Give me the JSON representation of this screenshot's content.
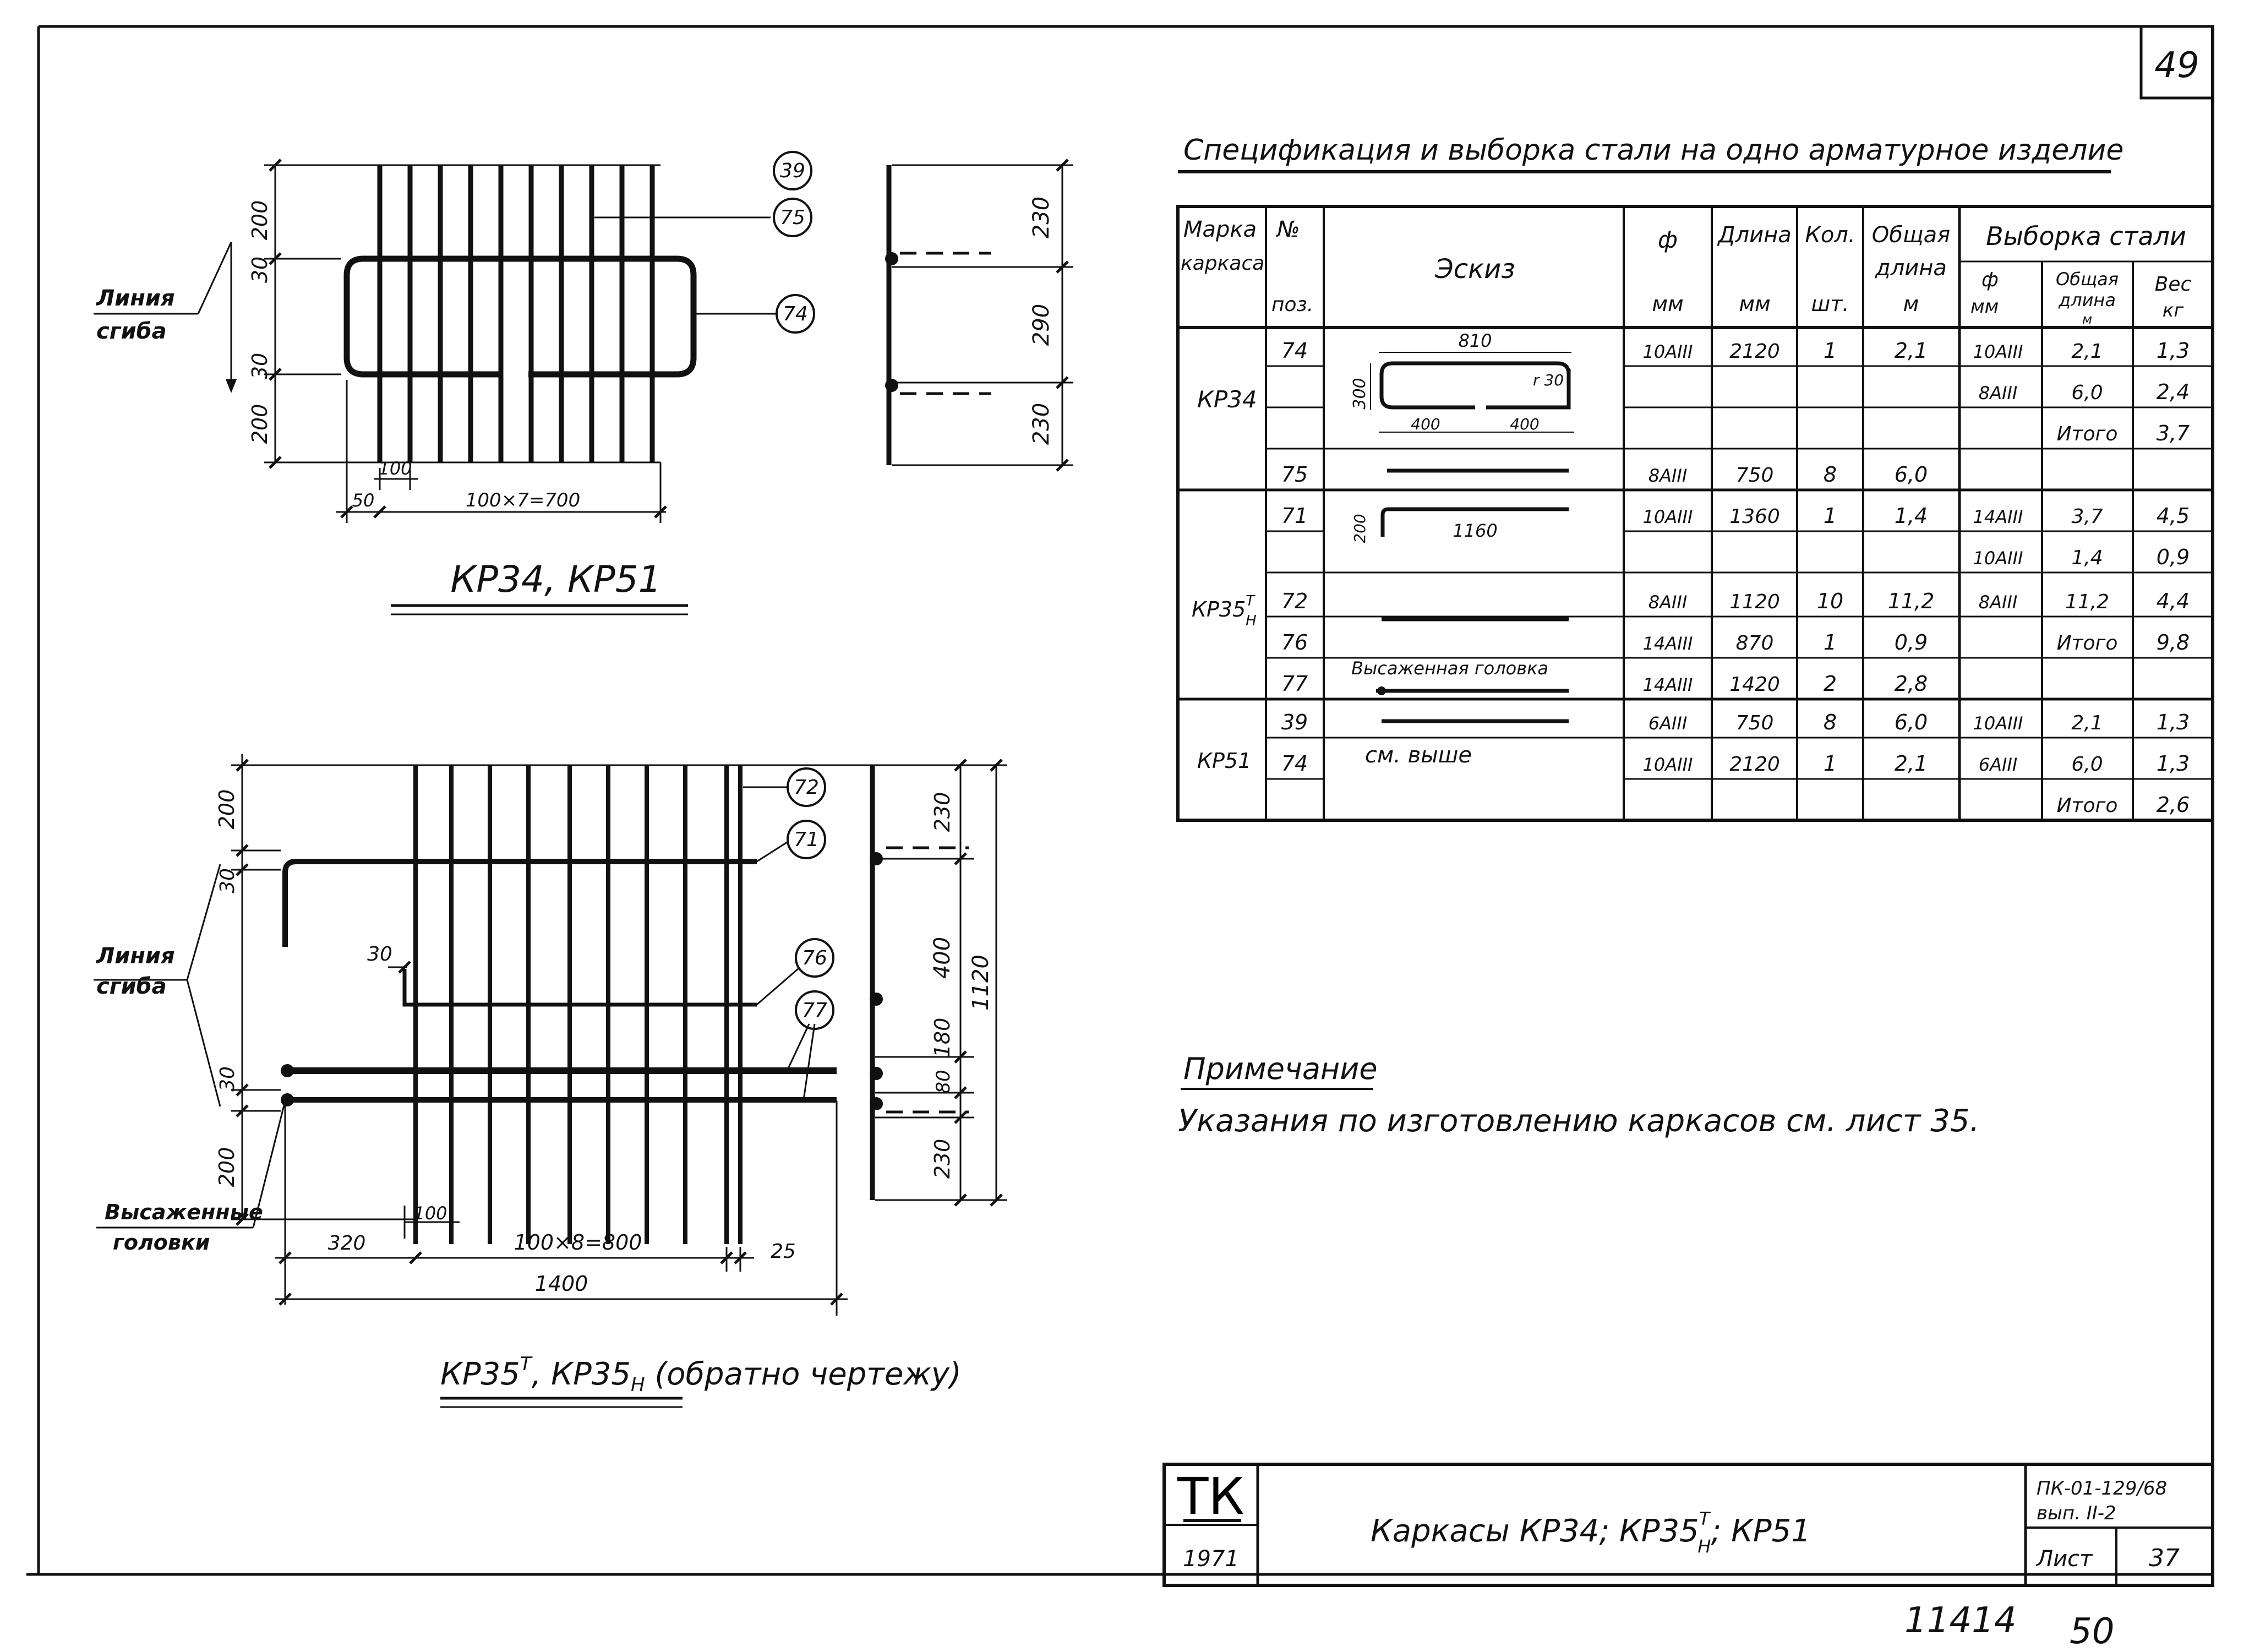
{
  "sheet": {
    "corner_number": "49",
    "bottom_left_stamp": "11414",
    "bottom_right_stamp": "50"
  },
  "drawing1": {
    "title": "КР34, КР51",
    "bend_line_label": [
      "Линия",
      "сгиба"
    ],
    "dims_left": [
      "200",
      "30",
      "30",
      "200"
    ],
    "dims_right": [
      "230",
      "290",
      "230"
    ],
    "dim_100": "100",
    "dim_50": "50",
    "dim_span": "100×7=700",
    "callouts": [
      "39",
      "75",
      "74"
    ]
  },
  "drawing2": {
    "title": "КР35Т, КР35Н (обратно чертежу)",
    "title_main": "КР35",
    "title_sup": "Т",
    "title_mid": ", КР35",
    "title_sub": "Н",
    "title_tail": " (обратно чертежу)",
    "bend_line_label": [
      "Линия",
      "сгиба"
    ],
    "upset_label": [
      "Высаженные",
      "головки"
    ],
    "dims_left": [
      "200",
      "30",
      "30",
      "200"
    ],
    "dim_30": "30",
    "dims_right": [
      "230",
      "400",
      "180",
      "80",
      "230"
    ],
    "dim_total_height": "1120",
    "dim_100": "100",
    "dim_320": "320",
    "dim_span": "100×8=800",
    "dim_25": "25",
    "dim_total": "1400",
    "callouts": [
      "72",
      "71",
      "76",
      "77"
    ]
  },
  "spec": {
    "title": "Спецификация и выборка стали на одно арматурное изделие",
    "headers": {
      "mark": [
        "Марка",
        "каркаса"
      ],
      "pos": [
        "№",
        "поз."
      ],
      "sketch": "Эскиз",
      "dia": [
        "ф",
        "мм"
      ],
      "length": [
        "Длина",
        "мм"
      ],
      "qty": [
        "Кол.",
        "шт."
      ],
      "total_len": [
        "Общая",
        "длина",
        "м"
      ],
      "selection": "Выборка стали",
      "sel_dia": [
        "ф",
        "мм"
      ],
      "sel_len": [
        "Общая",
        "длина",
        "м"
      ],
      "sel_weight": [
        "Вес",
        "кг"
      ]
    },
    "rows": [
      {
        "mark": "КР34",
        "pos": "74",
        "dia": "10AIII",
        "len": "2120",
        "qty": "1",
        "total": "2,1",
        "sdia": "10AIII",
        "slen": "2,1",
        "wt": "1,3"
      },
      {
        "mark": "",
        "pos": "",
        "dia": "",
        "len": "",
        "qty": "",
        "total": "",
        "sdia": "8AIII",
        "slen": "6,0",
        "wt": "2,4"
      },
      {
        "mark": "",
        "pos": "",
        "dia": "",
        "len": "",
        "qty": "",
        "total": "",
        "sdia": "",
        "slen": "Итого",
        "wt": "3,7"
      },
      {
        "mark": "",
        "pos": "75",
        "dia": "8AIII",
        "len": "750",
        "qty": "8",
        "total": "6,0",
        "sdia": "",
        "slen": "",
        "wt": ""
      },
      {
        "mark": "КР35",
        "pos": "71",
        "dia": "10AIII",
        "len": "1360",
        "qty": "1",
        "total": "1,4",
        "sdia": "14AIII",
        "slen": "3,7",
        "wt": "4,5"
      },
      {
        "mark": "",
        "pos": "",
        "dia": "",
        "len": "",
        "qty": "",
        "total": "",
        "sdia": "10AIII",
        "slen": "1,4",
        "wt": "0,9"
      },
      {
        "mark": "",
        "pos": "72",
        "dia": "8AIII",
        "len": "1120",
        "qty": "10",
        "total": "11,2",
        "sdia": "8AIII",
        "slen": "11,2",
        "wt": "4,4"
      },
      {
        "mark": "",
        "pos": "76",
        "dia": "14AIII",
        "len": "870",
        "qty": "1",
        "total": "0,9",
        "sdia": "",
        "slen": "Итого",
        "wt": "9,8"
      },
      {
        "mark": "",
        "pos": "77",
        "dia": "14AIII",
        "len": "1420",
        "qty": "2",
        "total": "2,8",
        "sdia": "",
        "slen": "",
        "wt": ""
      },
      {
        "mark": "КР51",
        "pos": "39",
        "dia": "6AIII",
        "len": "750",
        "qty": "8",
        "total": "6,0",
        "sdia": "10AIII",
        "slen": "2,1",
        "wt": "1,3"
      },
      {
        "mark": "",
        "pos": "74",
        "dia": "10AIII",
        "len": "2120",
        "qty": "1",
        "total": "2,1",
        "sdia": "6AIII",
        "slen": "6,0",
        "wt": "1,3"
      },
      {
        "mark": "",
        "pos": "",
        "dia": "",
        "len": "",
        "qty": "",
        "total": "",
        "sdia": "",
        "slen": "Итого",
        "wt": "2,6"
      }
    ],
    "mark_kr35_sup": "Т",
    "mark_kr35_sub": "Н",
    "sketch_74": {
      "top": "810",
      "left": "300",
      "radius": "r 30",
      "b1": "400",
      "b2": "400"
    },
    "sketch_71": {
      "left": "200",
      "len": "1160"
    },
    "sketch_77": "Высаженная головка",
    "sketch_74b": "см. выше"
  },
  "note": {
    "title": "Примечание",
    "text": "Указания по изготовлению каркасов см. лист 35."
  },
  "titleblock": {
    "logo": "ТК",
    "year": "1971",
    "title": "Каркасы КР34; КР35Т/Н; КР51",
    "title_a": "Каркасы КР34; КР35",
    "title_sup": "Т",
    "title_sub": "Н",
    "title_b": "; КР51",
    "code1": "ПК-01-129/68",
    "code2": "вып. II-2",
    "sheet_label": "Лист",
    "sheet_no": "37"
  }
}
